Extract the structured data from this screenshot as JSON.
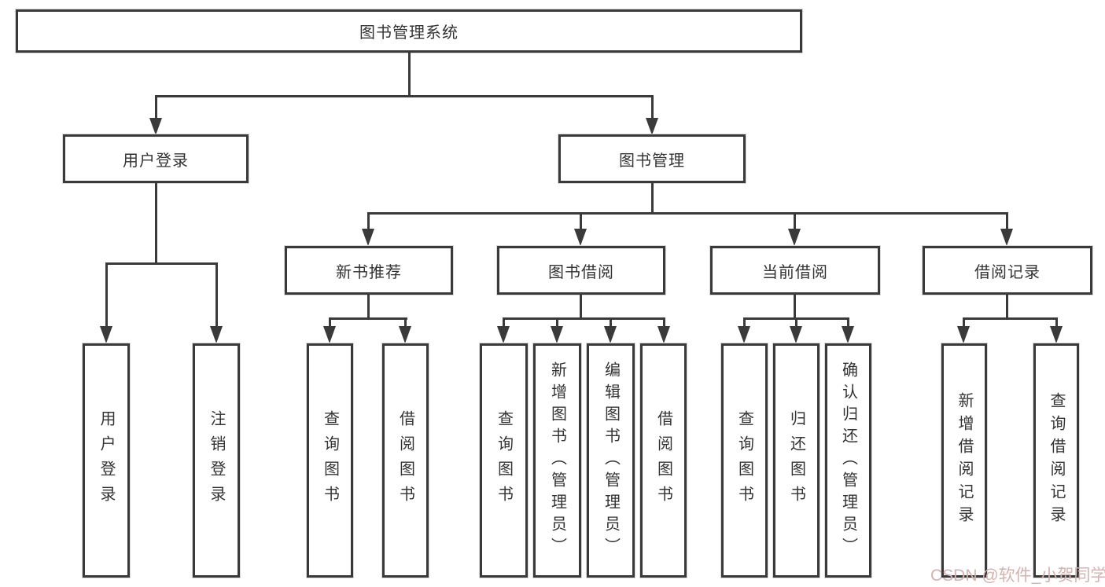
{
  "diagram": {
    "title": "图书管理系统",
    "branches": [
      {
        "label": "用户登录",
        "children": [
          {
            "label": "用户登录"
          },
          {
            "label": "注销登录"
          }
        ]
      },
      {
        "label": "图书管理",
        "children": [
          {
            "label": "新书推荐",
            "children": [
              {
                "label": "查询图书"
              },
              {
                "label": "借阅图书"
              }
            ]
          },
          {
            "label": "图书借阅",
            "children": [
              {
                "label": "查询图书"
              },
              {
                "label": "新增图书（管理员）"
              },
              {
                "label": "编辑图书（管理员）"
              },
              {
                "label": "借阅图书"
              }
            ]
          },
          {
            "label": "当前借阅",
            "children": [
              {
                "label": "查询图书"
              },
              {
                "label": "归还图书"
              },
              {
                "label": "确认归还（管理员）"
              }
            ]
          },
          {
            "label": "借阅记录",
            "children": [
              {
                "label": "新增借阅记录"
              },
              {
                "label": "查询借阅记录"
              }
            ]
          }
        ]
      }
    ]
  },
  "colors": {
    "line": "#3a3a3a",
    "text": "#333333",
    "watermark": "#d2b3b1"
  },
  "watermark": "CSDN @软件_小贺同学"
}
